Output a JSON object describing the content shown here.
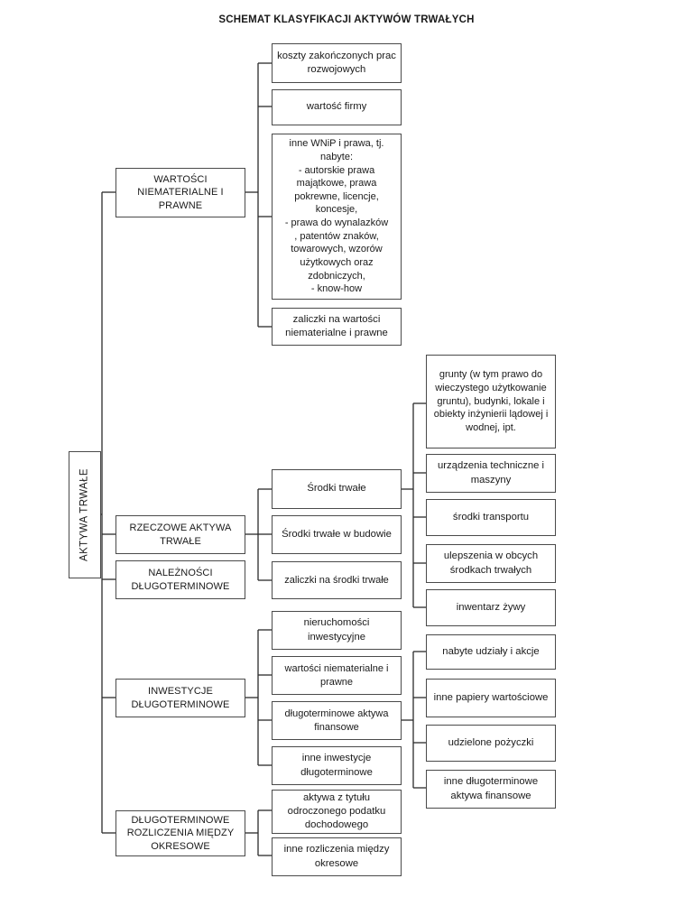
{
  "document": {
    "title": "SCHEMATA KLASYFIKACJI AKTYWÓW TRWAŁYCH",
    "title_text": "SCHEMAT KLASYFIKACJI AKTYWÓW TRWAŁYCH",
    "language": "pl"
  },
  "colors": {
    "box_border": "#4a4a4a",
    "line": "#2b2b2b",
    "text": "#1a1a1a",
    "background": "#ffffff"
  },
  "root": {
    "label": "AKTYWA TRWAŁE"
  },
  "categories": [
    {
      "id": "wnip",
      "label": "WARTOŚCI NIEMATERIALNE I PRAWNE",
      "children": [
        {
          "id": "wnip-1",
          "label": "koszty zakończonych prac rozwojowych"
        },
        {
          "id": "wnip-2",
          "label": "wartość firmy"
        },
        {
          "id": "wnip-3",
          "label": "inne WNiP i prawa, tj. nabyte:\n- autorskie prawa majątkowe, prawa pokrewne, licencje, koncesje,\n- prawa do wynalazków\n, patentów znaków, towarowych, wzorów użytkowych oraz zdobniczych,\n- know-how"
        },
        {
          "id": "wnip-4",
          "label": "zaliczki na wartości niematerialne i prawne"
        }
      ]
    },
    {
      "id": "rzeczowe",
      "label": "RZECZOWE AKTYWA TRWAŁE",
      "children": [
        {
          "id": "srodki-trwale",
          "label": "Środki trwałe",
          "children": [
            {
              "id": "st-1",
              "label": "grunty (w tym prawo do wieczystego użytkowanie gruntu), budynki, lokale i obiekty inżynierii lądowej i wodnej, ipt."
            },
            {
              "id": "st-2",
              "label": "urządzenia techniczne i maszyny"
            },
            {
              "id": "st-3",
              "label": "środki transportu"
            },
            {
              "id": "st-4",
              "label": "ulepszenia w obcych środkach trwałych"
            },
            {
              "id": "st-5",
              "label": "inwentarz żywy"
            }
          ]
        },
        {
          "id": "st-budowie",
          "label": "Środki trwałe w budowie"
        },
        {
          "id": "st-zaliczki",
          "label": "zaliczki na środki trwałe"
        }
      ]
    },
    {
      "id": "naleznosci",
      "label": "NALEŻNOŚCI DŁUGOTERMINOWE",
      "children": []
    },
    {
      "id": "inwestycje",
      "label": "INWESTYCJE DŁUGOTERMINOWE",
      "children": [
        {
          "id": "inw-1",
          "label": "nieruchomości inwestycyjne"
        },
        {
          "id": "inw-2",
          "label": "wartości niematerialne i prawne"
        },
        {
          "id": "inw-3",
          "label": "długoterminowe aktywa finansowe",
          "children": [
            {
              "id": "daf-1",
              "label": "nabyte udziały i akcje"
            },
            {
              "id": "daf-2",
              "label": "inne papiery wartościowe"
            },
            {
              "id": "daf-3",
              "label": "udzielone pożyczki"
            },
            {
              "id": "daf-4",
              "label": "inne długoterminowe aktywa finansowe"
            }
          ]
        },
        {
          "id": "inw-4",
          "label": "inne inwestycje długoterminowe"
        }
      ]
    },
    {
      "id": "rmo",
      "label": "DŁUGOTERMINOWE ROZLICZENIA MIĘDZY OKRESOWE",
      "children": [
        {
          "id": "rmo-1",
          "label": "aktywa z tytułu odroczonego podatku dochodowego"
        },
        {
          "id": "rmo-2",
          "label": "inne rozliczenia między okresowe"
        }
      ]
    }
  ]
}
